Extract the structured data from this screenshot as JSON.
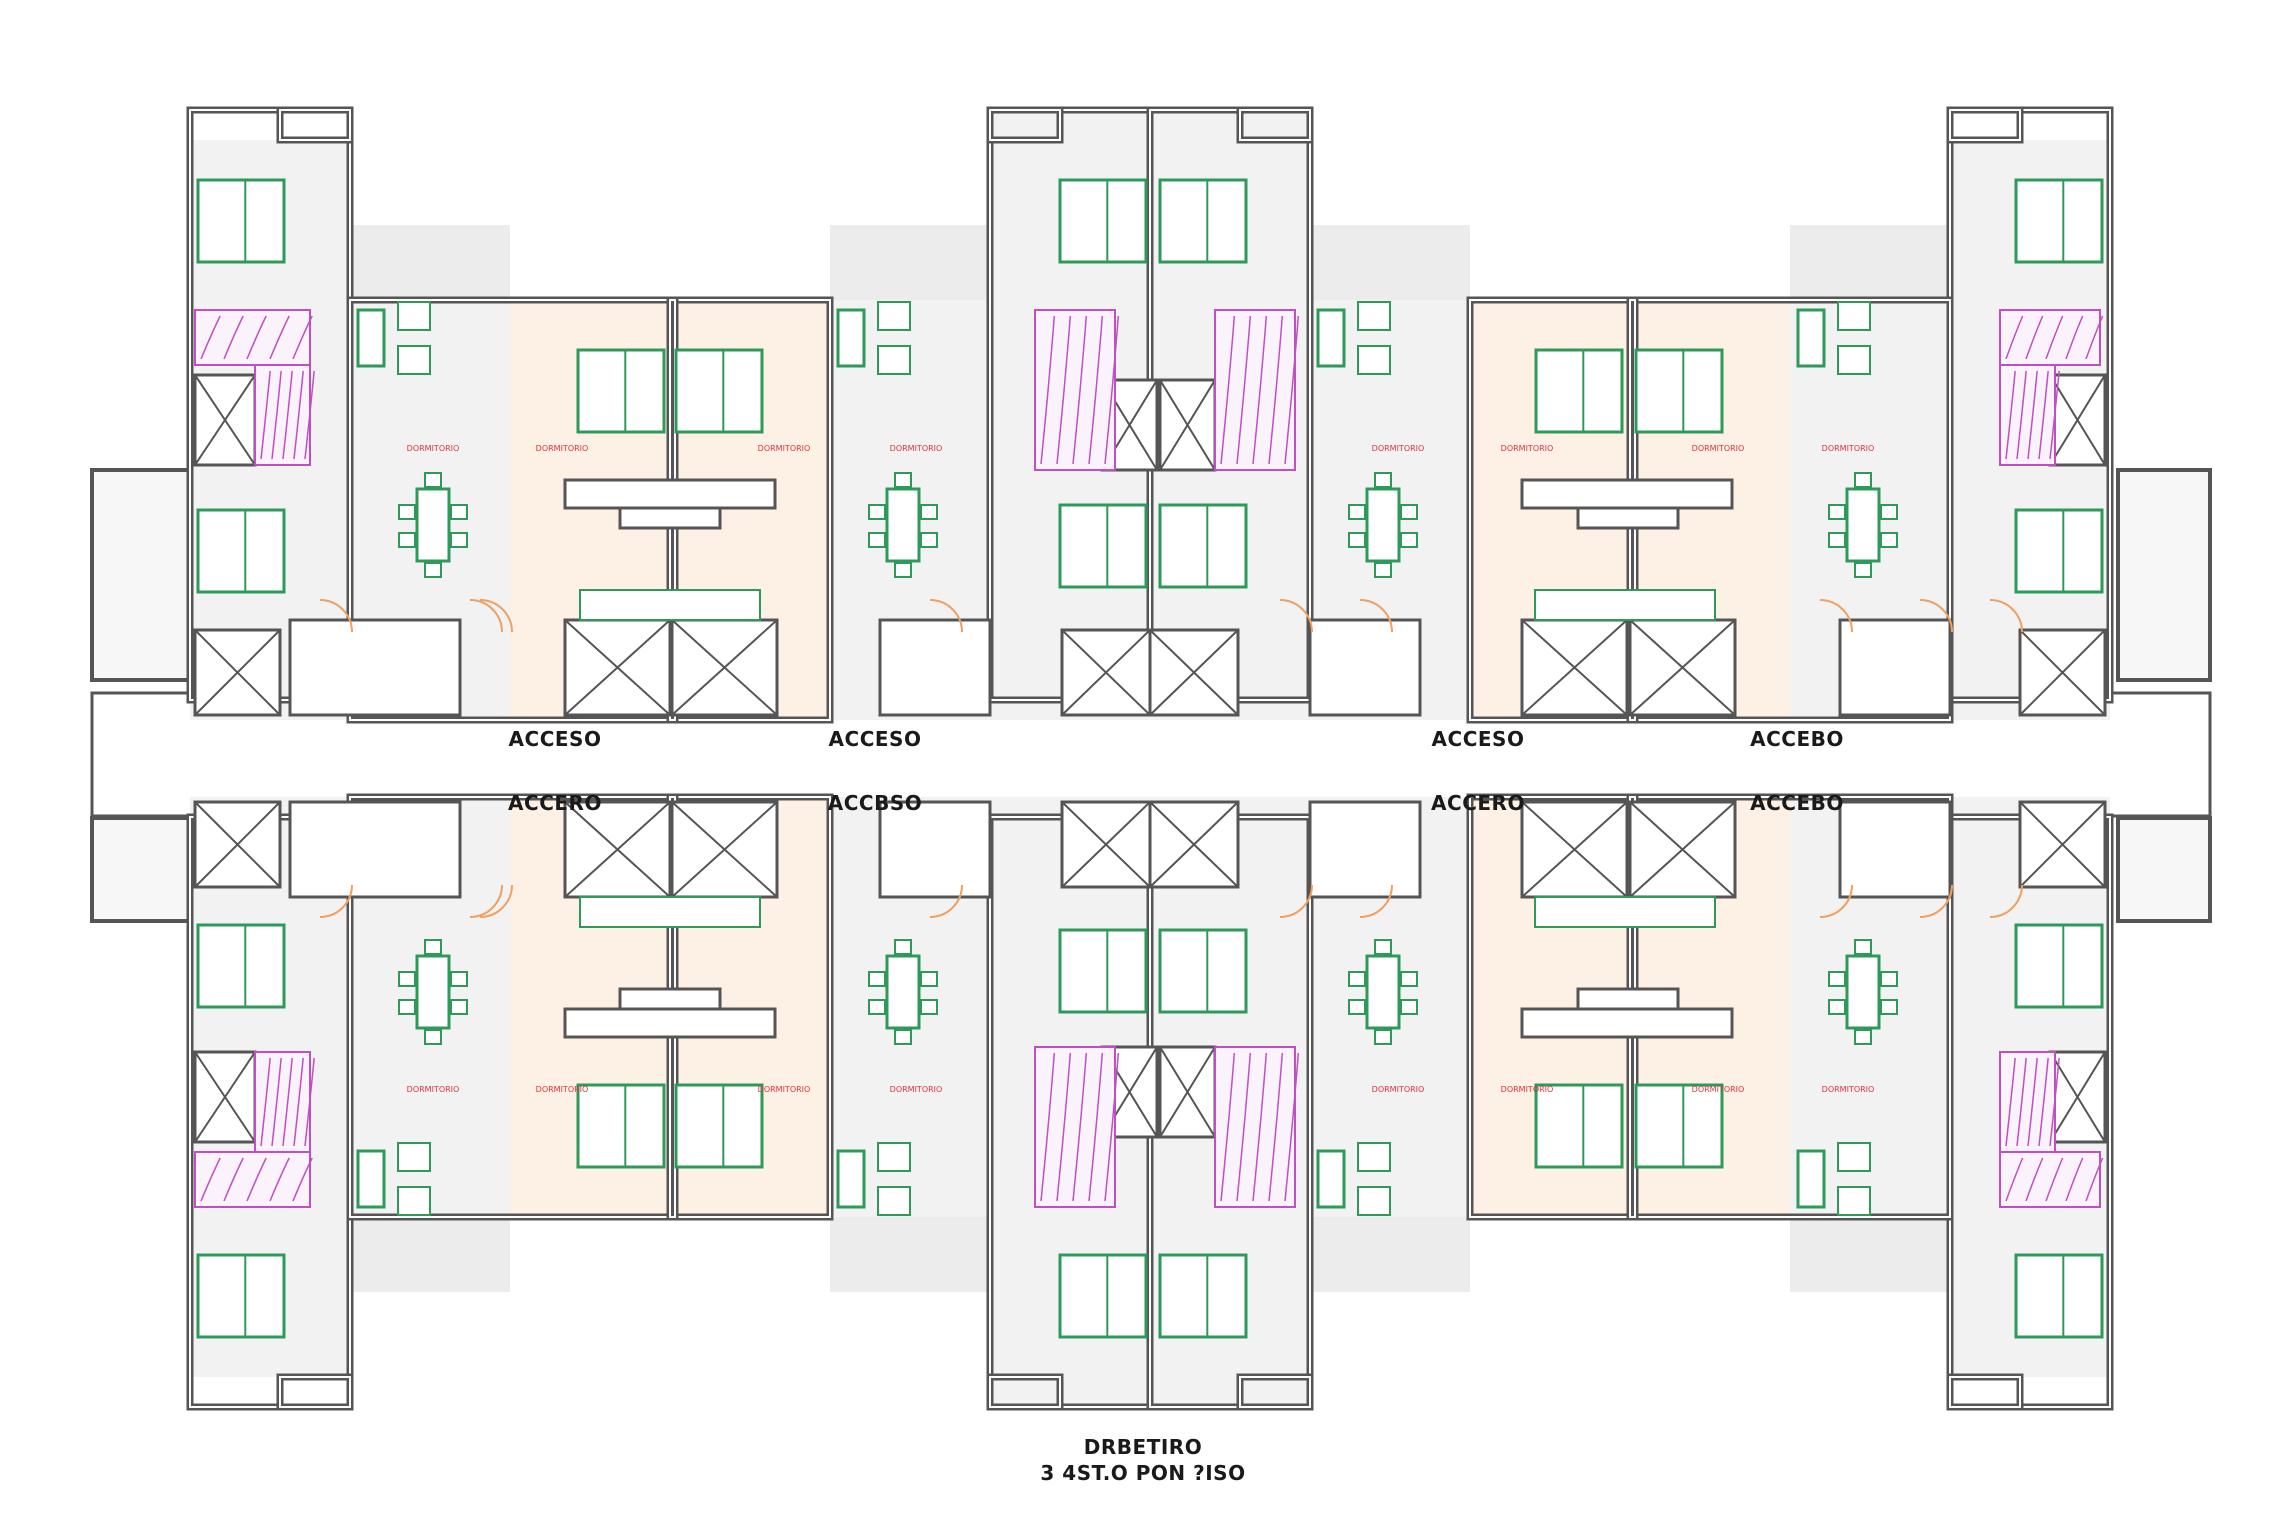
{
  "plan": {
    "access_labels": [
      "ACCESO",
      "ACCESO",
      "ACCESO",
      "ACCEBO",
      "ACCERO",
      "ACCBSO",
      "ACCERO",
      "ACCEBO"
    ],
    "room_label": "DORMITORIO",
    "caption_line1": "DRBETIRO",
    "caption_line2": "3 4ST.O PON ?ISO",
    "colors": {
      "wall": "#555555",
      "floor": "#f2f2f2",
      "bedroom_floor": "#fdf1e6",
      "furniture": "#2e9a5a",
      "bathroom": "#c04fc4",
      "door": "#f0a060",
      "label": "#e0303a"
    }
  }
}
